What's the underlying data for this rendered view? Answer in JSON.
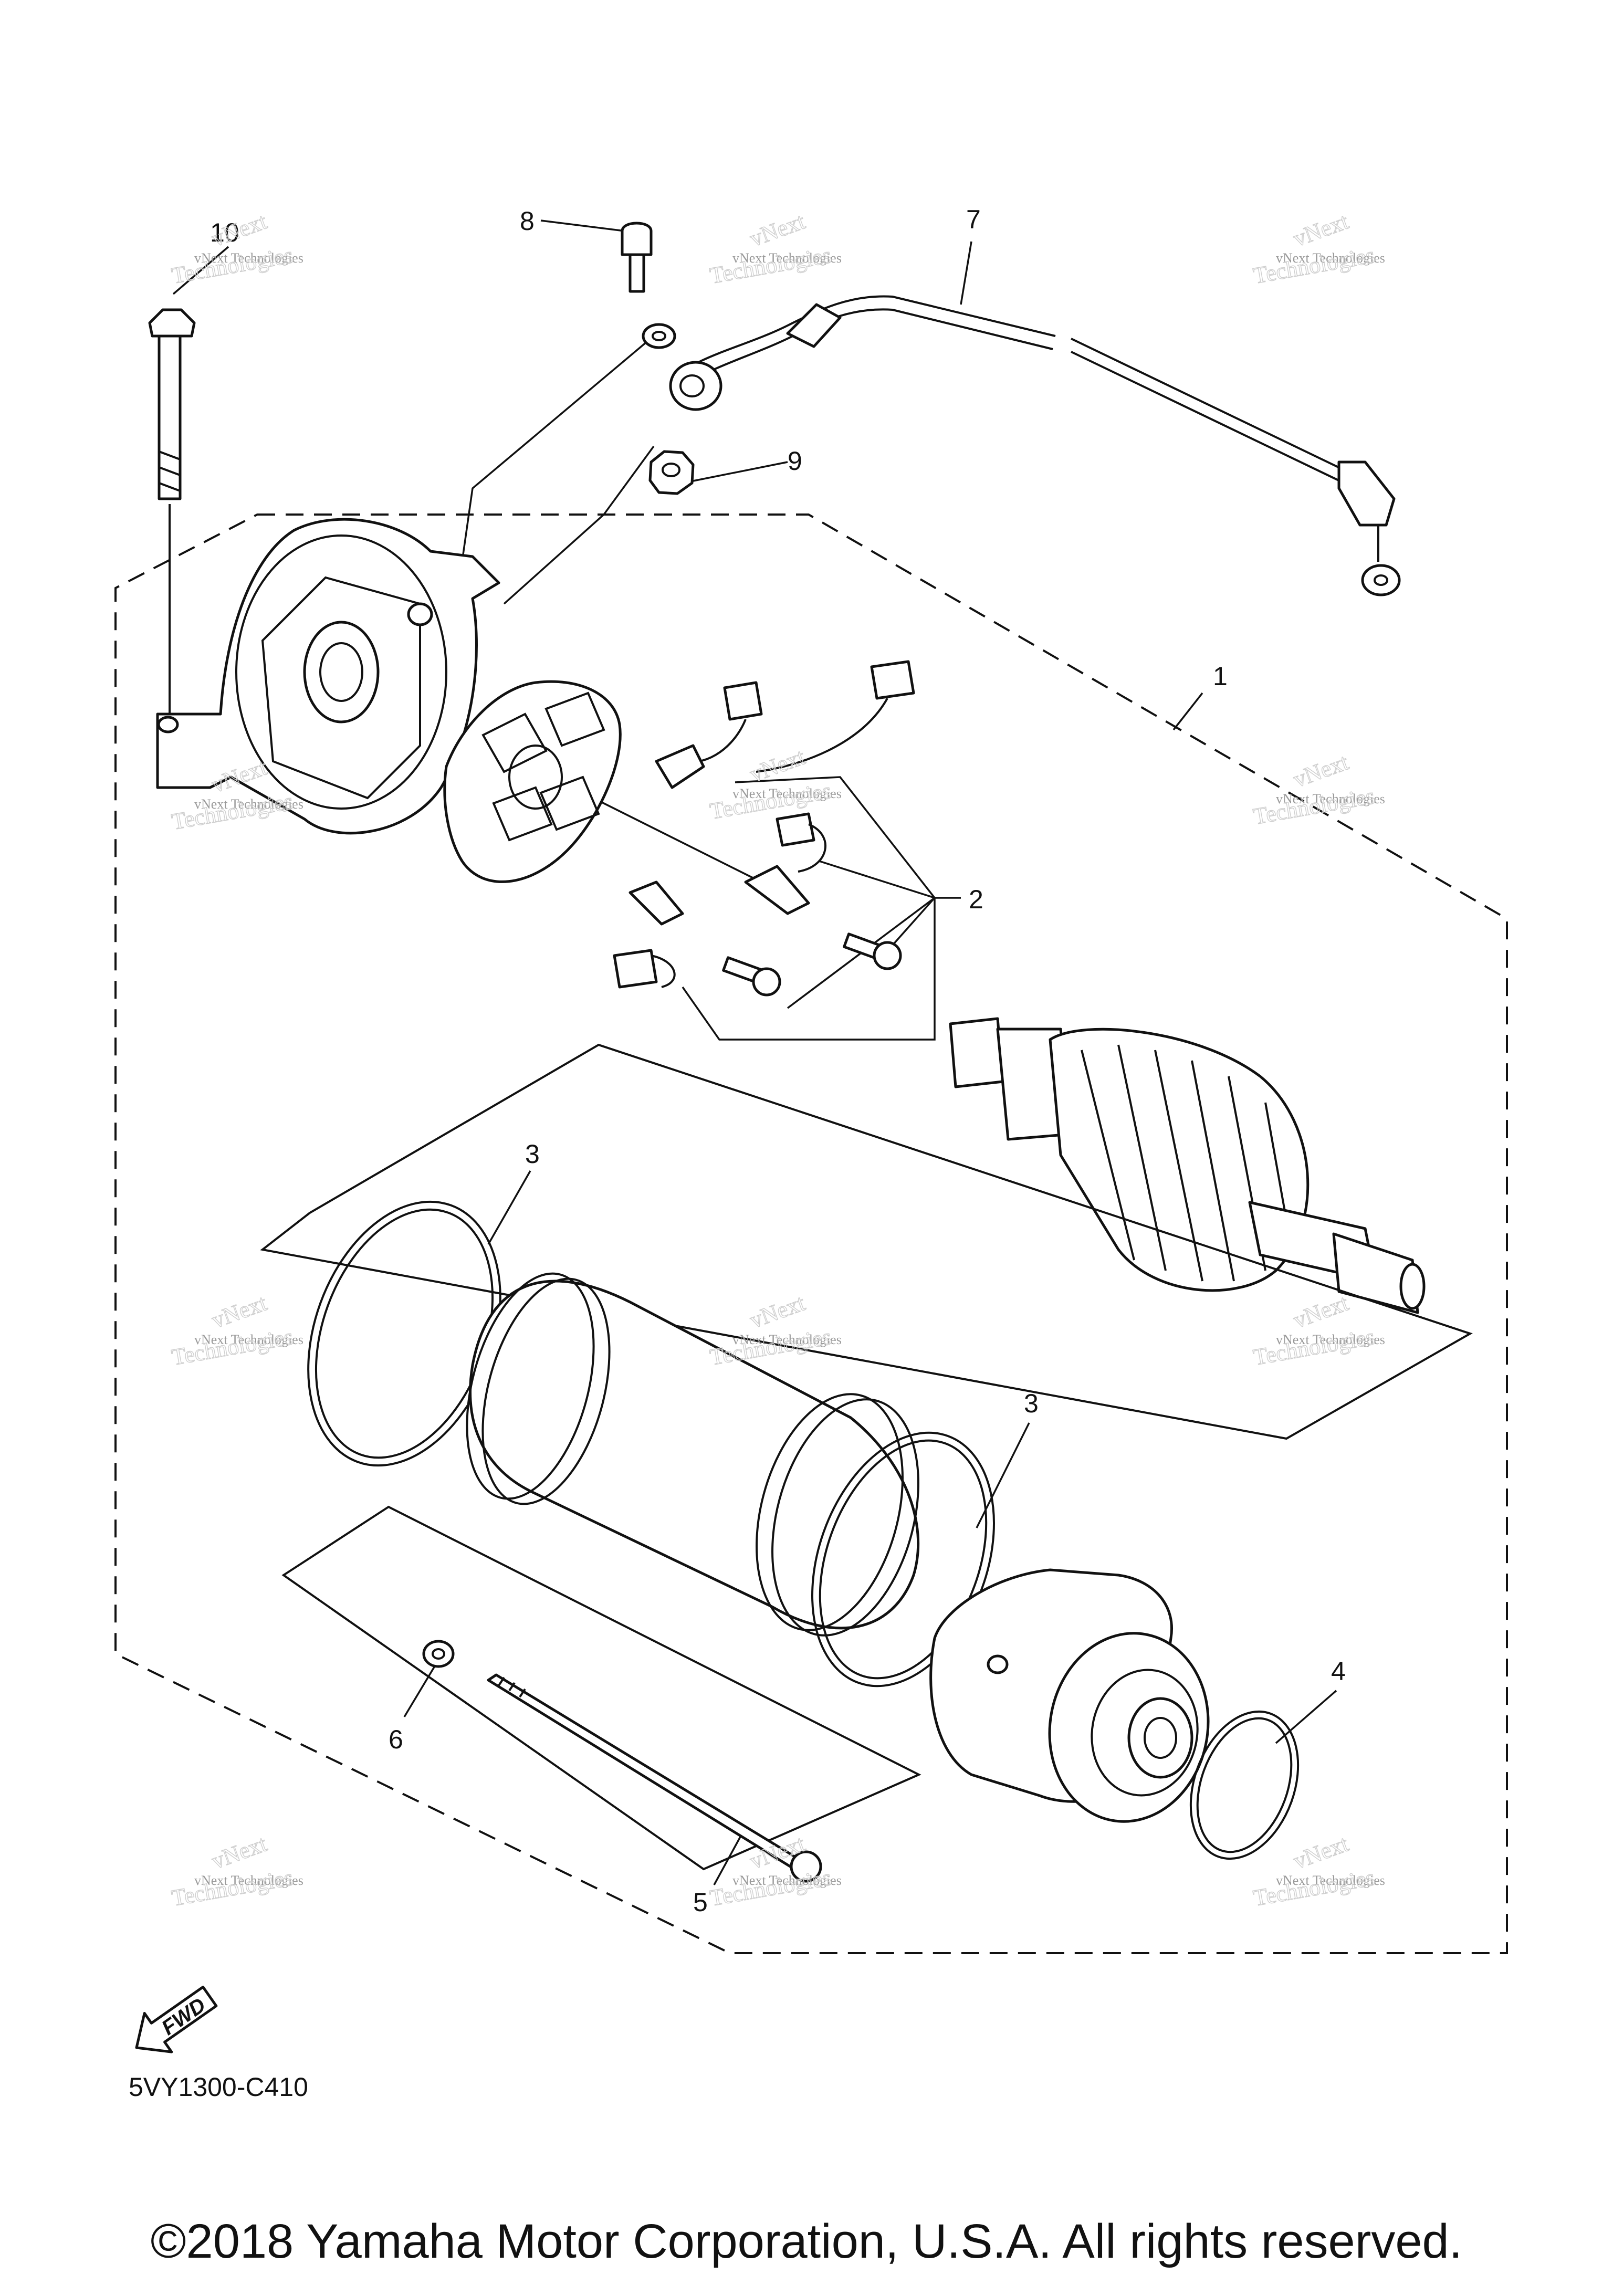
{
  "diagram": {
    "callouts": {
      "c1": "1",
      "c2": "2",
      "c3a": "3",
      "c3b": "3",
      "c4": "4",
      "c5": "5",
      "c6": "6",
      "c7": "7",
      "c8": "8",
      "c9": "9",
      "c10": "10"
    },
    "watermark": {
      "line1": "vNext Technologies",
      "line2": "Technologies",
      "top": "vNext"
    },
    "fwd_label": "FWD",
    "diagram_code": "5VY1300-C410",
    "copyright": "©2018 Yamaha Motor Corporation, U.S.A. All rights reserved."
  }
}
